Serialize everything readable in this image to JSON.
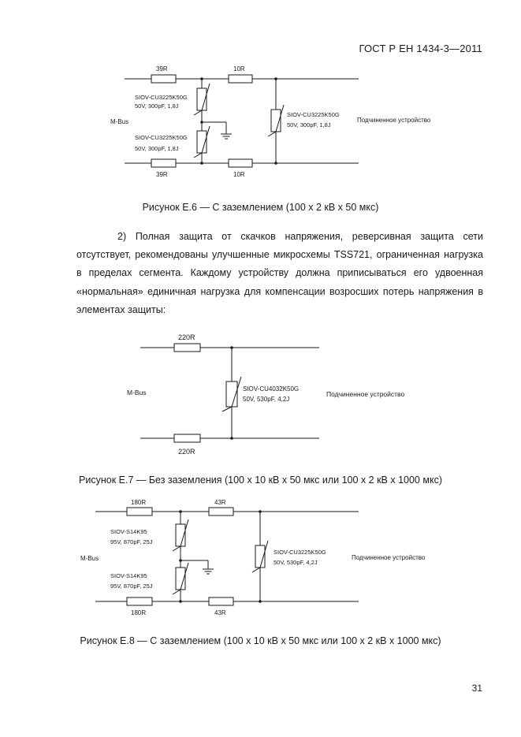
{
  "header": {
    "doc_id": "ГОСТ Р ЕН 1434-3—2011"
  },
  "fig6": {
    "r_top_left": "39R",
    "r_top_right": "10R",
    "r_bot_left": "39R",
    "r_bot_right": "10R",
    "var_top_name": "SIOV-CU3225K50G",
    "var_top_spec": "50V, 300pF, 1,8J",
    "var_bot_name": "SIOV-CU3225K50G",
    "var_bot_spec": "50V, 300pF, 1,8J",
    "var_right_name": "SIOV-CU3225K50G",
    "var_right_spec": "50V, 300pF, 1,8J",
    "bus_label": "M-Bus",
    "device_label": "Подчиненное устройство",
    "caption": "Рисунок Е.6 — С заземлением (100 х 2 кВ х 50 мкс)"
  },
  "paragraph": "2) Полная защита от скачков напряжения, реверсивная защита сети отсутствует, рекомендованы улучшенные микросхемы TSS721, ограниченная нагрузка в пределах сегмента. Каждому устройству должна приписываться его удвоенная «нормальная» единичная нагрузка для компенсации возросших потерь напряжения в элементах защиты:",
  "fig7": {
    "r_top": "220R",
    "r_bot": "220R",
    "var_name": "SIOV-CU4032K50G",
    "var_spec": "50V, 530pF, 4,2J",
    "bus_label": "M-Bus",
    "device_label": "Подчиненное устройство",
    "caption": "Рисунок Е.7 — Без заземления (100 х 10 кВ х 50 мкс или 100 х 2 кВ х 1000 мкс)"
  },
  "fig8": {
    "r_top_left": "180R",
    "r_top_right": "43R",
    "r_bot_left": "180R",
    "r_bot_right": "43R",
    "var_top_name": "SIOV-S14K95",
    "var_top_spec": "95V, 870pF, 25J",
    "var_bot_name": "SIOV-S14K95",
    "var_bot_spec": "95V, 870pF, 25J",
    "var_right_name": "SIOV-CU3225K50G",
    "var_right_spec": "50V, 530pF, 4,2J",
    "bus_label": "M-Bus",
    "device_label": "Подчиненное устройство",
    "caption": "Рисунок Е.8 — С заземлением (100 х 10 кВ х 50 мкс или 100 х 2 кВ х 1000 мкс)"
  },
  "footer": {
    "page_number": "31"
  }
}
